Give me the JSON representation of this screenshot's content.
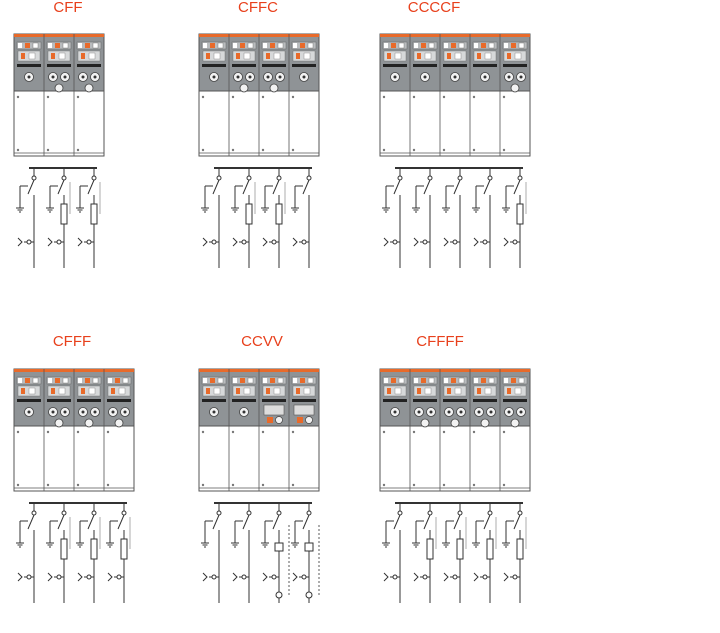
{
  "colors": {
    "title": "#e8401c",
    "cabinet_top": "#8f9396",
    "cabinet_bottom": "#ffffff",
    "outline": "#555555",
    "accent": "#e86a2a",
    "line": "#333333"
  },
  "layouts": [
    {
      "label": "CFF",
      "units": [
        "C",
        "F",
        "F"
      ]
    },
    {
      "label": "CFFC",
      "units": [
        "C",
        "F",
        "F",
        "C"
      ]
    },
    {
      "label": "CCCCF",
      "units": [
        "C",
        "C",
        "C",
        "C",
        "F"
      ]
    },
    {
      "label": "CFFF",
      "units": [
        "C",
        "F",
        "F",
        "F"
      ]
    },
    {
      "label": "CCVV",
      "units": [
        "C",
        "C",
        "V",
        "V"
      ]
    },
    {
      "label": "CFFFF",
      "units": [
        "C",
        "F",
        "F",
        "F",
        "F"
      ]
    }
  ]
}
